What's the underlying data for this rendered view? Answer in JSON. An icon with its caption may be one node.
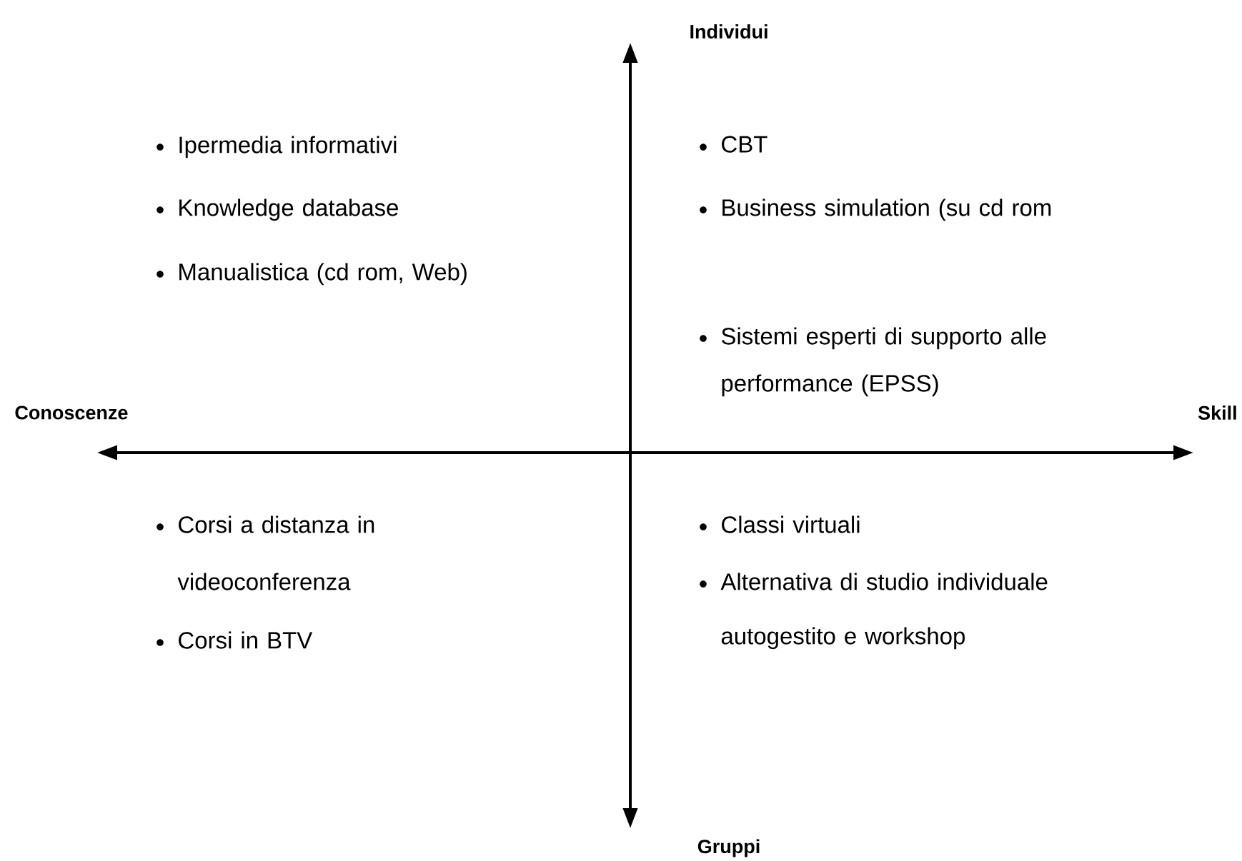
{
  "diagram": {
    "labels": [
      "Individui",
      "Ipermedia informativi",
      "Knowledge database",
      "Manualistica (cd rom, Web)",
      "CBT",
      "Business simulation (su cd rom",
      "Sistemi esperti di supporto alle performance (EPSS)",
      "Conoscenze",
      "Skill",
      "Corsi a distanza in videoconferenza",
      "Corsi in BTV",
      "Classi virtuali",
      "Alternativa di studio individuale autogestito e workshop",
      "Gruppi"
    ]
  }
}
